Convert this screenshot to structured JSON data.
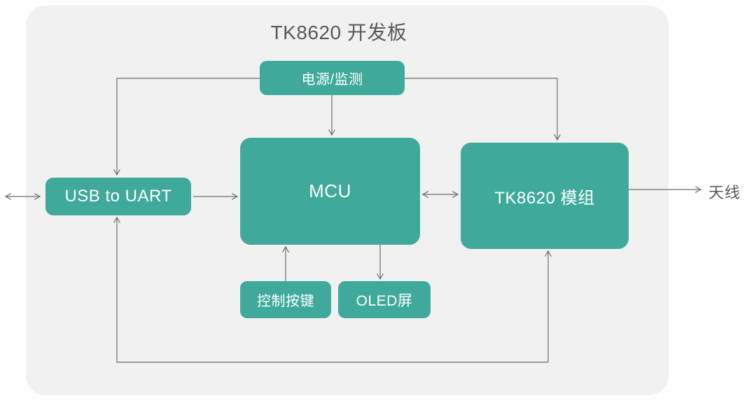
{
  "title": "TK8620 开发板",
  "nodes": {
    "power": {
      "label": "电源/监测"
    },
    "usb_uart": {
      "label": "USB to UART"
    },
    "mcu": {
      "label": "MCU"
    },
    "module": {
      "label": "TK8620 模组"
    },
    "control_buttons": {
      "label": "控制按键"
    },
    "oled": {
      "label": "OLED屏"
    }
  },
  "labels": {
    "antenna": "天线"
  },
  "colors": {
    "node_fill": "#3faa9c",
    "node_text": "#ffffff",
    "board_bg": "#f1f1f2",
    "text_dark": "#595959",
    "line": "#6e6e6e"
  }
}
